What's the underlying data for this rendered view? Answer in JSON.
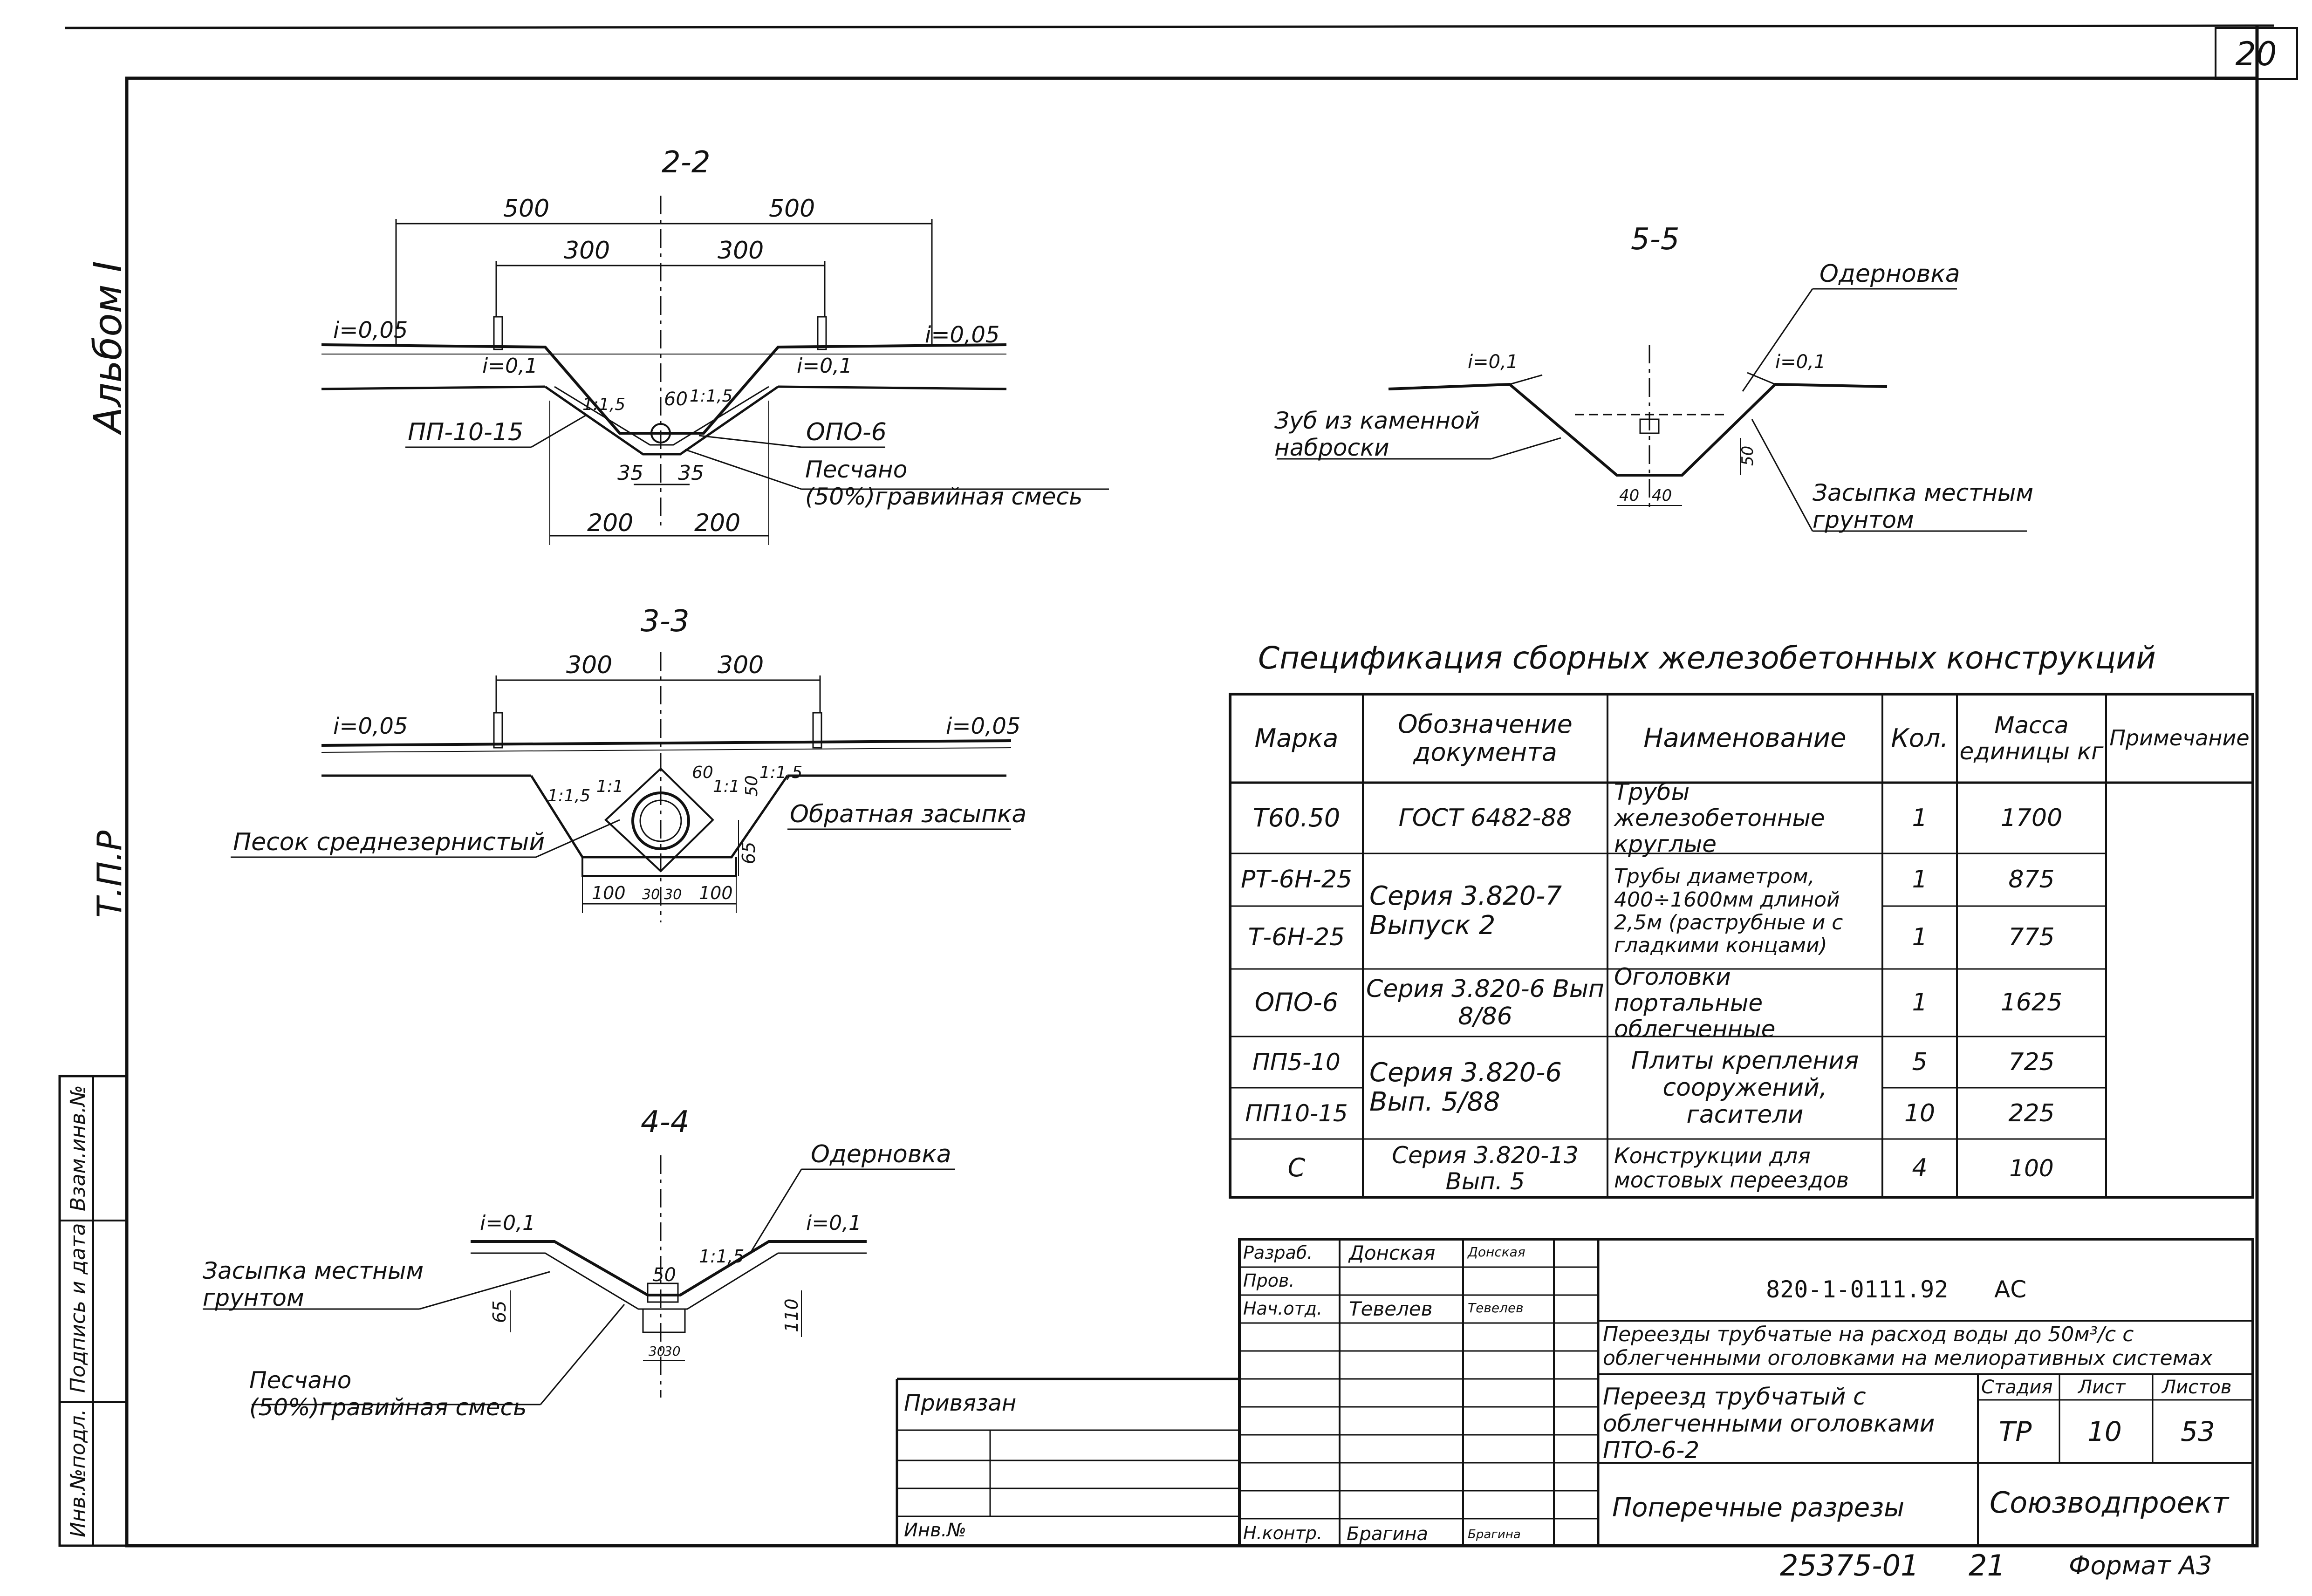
{
  "sheet_number": "20",
  "side_labels": {
    "album": "Альбом I",
    "tpr": "Т.П.Р",
    "vzam": "Взам.инв.№",
    "podpis": "Подпись и дата",
    "inv": "Инв.№подл."
  },
  "section_2_2": {
    "title": "2-2",
    "dims": {
      "d500l": "500",
      "d500r": "500",
      "d300l": "300",
      "d300r": "300",
      "d200l": "200",
      "d200r": "200",
      "d35l": "35",
      "d35r": "35",
      "d60": "60"
    },
    "slopes": {
      "outer_l": "i=0,05",
      "outer_r": "i=0,05",
      "inner_l": "i=0,1",
      "inner_r": "i=0,1",
      "s1": "1:1,5",
      "s2": "1:1,5"
    },
    "labels": {
      "pp": "ПП-10-15",
      "opo": "ОПО-6",
      "sand": "Песчано (50%)гравийная смесь"
    }
  },
  "section_3_3": {
    "title": "3-3",
    "dims": {
      "d300l": "300",
      "d300r": "300",
      "d100l": "100",
      "d30l": "30",
      "d30r": "30",
      "d100r": "100",
      "d65": "65",
      "d60": "60",
      "d50": "50"
    },
    "slopes": {
      "l": "i=0,05",
      "r": "i=0,05",
      "s1": "1:1,5",
      "s2": "1:1",
      "s3": "1:1",
      "s4": "1:1,5"
    },
    "labels": {
      "sand": "Песок среднезернистый",
      "backfill": "Обратная засыпка"
    }
  },
  "section_4_4": {
    "title": "4-4",
    "dims": {
      "d50": "50",
      "d65": "65",
      "d110": "110",
      "d30l": "30",
      "d30r": "30"
    },
    "slopes": {
      "l": "i=0,1",
      "r": "i=0,1",
      "s": "1:1,5"
    },
    "labels": {
      "sod": "Одерновка",
      "fill": "Засыпка местным грунтом",
      "sand": "Песчано (50%)гравийная смесь"
    }
  },
  "section_5_5": {
    "title": "5-5",
    "dims": {
      "d50": "50",
      "d40l": "40",
      "d40r": "40"
    },
    "slopes": {
      "l": "i=0,1",
      "r": "i=0,1"
    },
    "labels": {
      "sod": "Одерновка",
      "zub": "Зуб из каменной наброски",
      "fill": "Засыпка местным грунтом"
    }
  },
  "spec": {
    "title": "Спецификация  сборных  железобетонных конструкций",
    "headers": [
      "Марка",
      "Обозначение документа",
      "Наименование",
      "Кол.",
      "Масса единицы кг",
      "Примечание"
    ],
    "rows": [
      {
        "mark": "Т60.50",
        "doc": "ГОСТ 6482-88",
        "name": "Трубы железобетонные круглые",
        "qty": "1",
        "mass": "1700"
      },
      {
        "mark": "РТ-6Н-25",
        "qty": "1",
        "mass": "875"
      },
      {
        "mark": "Т-6Н-25",
        "qty": "1",
        "mass": "775"
      },
      {
        "mark": "ОПО-6",
        "doc": "Серия 3.820-6 Вып 8/86",
        "name": "Оголовки портальные облегченные",
        "qty": "1",
        "mass": "1625"
      },
      {
        "mark": "ПП5-10",
        "qty": "5",
        "mass": "725"
      },
      {
        "mark": "ПП10-15",
        "qty": "10",
        "mass": "225"
      },
      {
        "mark": "С",
        "doc": "Серия 3.820-13 Вып. 5",
        "name": "Конструкции для мостовых переездов",
        "qty": "4",
        "mass": "100"
      }
    ],
    "merged": {
      "doc_rt": "Серия 3.820-7 Выпуск 2",
      "name_rt": "Трубы диаметром, 400÷1600мм длиной 2,5м (раструбные и с гладкими концами)",
      "doc_pp": "Серия 3.820-6 Вып. 5/88",
      "name_pp": "Плиты крепления сооружений, гасители"
    }
  },
  "title_block": {
    "roles": [
      "Разраб.",
      "Пров.",
      "Нач.отд."
    ],
    "names": [
      "Донская",
      "",
      "Тевелев"
    ],
    "signs": [
      "Донская",
      "",
      "Тевелев"
    ],
    "doc_code": "820-1-0111.92",
    "doc_mark": "АС",
    "project_title": "Переезды трубчатые на расход воды до 50м³/с с облегченными оголовками на мелиоративных системах",
    "drawing_title": "Переезд трубчатый с облегченными оголовками ПТО-6-2",
    "sheet_title": "Поперечные разрезы",
    "stage_h": "Стадия",
    "sheet_h": "Лист",
    "sheets_h": "Листов",
    "stage": "ТР",
    "sheet": "10",
    "sheets": "53",
    "org": "Союзводпроект",
    "privyazan": "Привязан",
    "inv": "Инв.№",
    "nkontr": "Н.контр.",
    "nkontr_name": "Брагина",
    "nkontr_sign": "Брагина"
  },
  "footer": {
    "code": "25375-01",
    "page": "21",
    "format": "Формат А3"
  }
}
